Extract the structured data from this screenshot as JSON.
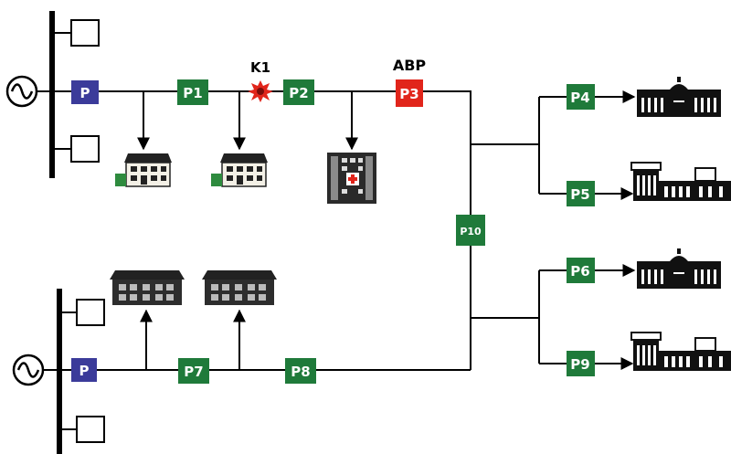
{
  "diagram": {
    "labels": {
      "fault": "K1",
      "abp": "ABP"
    },
    "sources": [
      {
        "relay": "P"
      },
      {
        "relay": "P"
      }
    ],
    "relays": {
      "p1": "P1",
      "p2": "P2",
      "p3": "P3",
      "p4": "P4",
      "p5": "P5",
      "p6": "P6",
      "p7": "P7",
      "p8": "P8",
      "p9": "P9",
      "p10": "P10"
    },
    "colors": {
      "relay_green": "#1f7a3a",
      "relay_blue": "#3b3b9a",
      "relay_red": "#e1251b",
      "line": "#000000",
      "fault": "#e1251b"
    },
    "icons": {
      "source": "ac-source-icon",
      "fault": "fault-burst-icon",
      "house": "house-icon",
      "hospital": "hospital-icon",
      "long_building": "long-building-icon",
      "government": "government-building-icon",
      "factory": "factory-icon"
    }
  }
}
